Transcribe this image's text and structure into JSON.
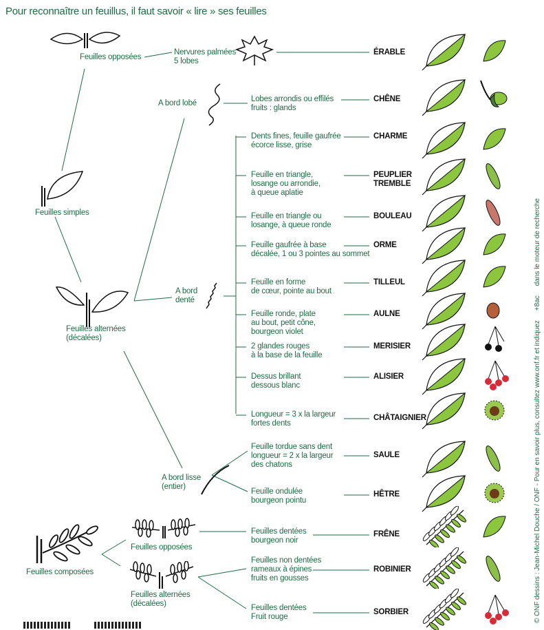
{
  "title": "Pour reconnaître un feuillus, il faut savoir « lire » ses feuilles",
  "categories": {
    "opposees_top": "Feuilles opposées",
    "simples": "Feuilles simples",
    "alternees": [
      "Feuilles alternées",
      "(décalées)"
    ],
    "bord_lobe": "A bord lobé",
    "bord_dente": [
      "A bord",
      "denté"
    ],
    "bord_lisse": [
      "A bord lisse",
      "(entier)"
    ],
    "composees": "Feuilles composées",
    "comp_opposees": "Feuilles opposées",
    "comp_alternees": [
      "Feuilles alternées",
      "(décalées)"
    ]
  },
  "species": [
    {
      "name": [
        "ÉRABLE"
      ],
      "desc": [
        "Nervures palmées",
        "5 lobes"
      ],
      "leaf": "maple-leaf",
      "fruit": "samara"
    },
    {
      "name": [
        "CHÊNE"
      ],
      "desc": [
        "Lobes arrondis ou effilés",
        "fruits : glands"
      ],
      "leaf": "oak-leaf",
      "fruit": "acorn"
    },
    {
      "name": [
        "CHARME"
      ],
      "desc": [
        "Dents fines, feuille gaufrée",
        "écorce lisse, grise"
      ],
      "leaf": "hornbeam-leaf",
      "fruit": "hornbeam-fruit"
    },
    {
      "name": [
        "PEUPLIER",
        "TREMBLE"
      ],
      "desc": [
        "Feuille en triangle,",
        "losange ou arrondie,",
        "à queue aplatie"
      ],
      "leaf": "poplar-leaf",
      "fruit": "catkin"
    },
    {
      "name": [
        "BOULEAU"
      ],
      "desc": [
        "Feuille en triangle ou",
        "losange, à queue ronde"
      ],
      "leaf": "birch-leaf",
      "fruit": "catkin"
    },
    {
      "name": [
        "ORME"
      ],
      "desc": [
        "Feuille gaufrée à base",
        "décalée, 1 ou 3 pointes au sommet"
      ],
      "leaf": "elm-leaf",
      "fruit": "elm-samara"
    },
    {
      "name": [
        "TILLEUL"
      ],
      "desc": [
        "Feuille en forme",
        "de cœur, pointe au bout"
      ],
      "leaf": "linden-leaf",
      "fruit": "linden-bract"
    },
    {
      "name": [
        "AULNE"
      ],
      "desc": [
        "Feuille ronde, plate",
        "au bout, petit cône,",
        "bourgeon violet"
      ],
      "leaf": "alder-leaf",
      "fruit": "cone"
    },
    {
      "name": [
        "MERISIER"
      ],
      "desc": [
        "2 glandes rouges",
        "à la base de la feuille"
      ],
      "leaf": "cherry-leaf",
      "fruit": "cherries"
    },
    {
      "name": [
        "ALISIER"
      ],
      "desc": [
        "Dessus brillant",
        "dessous blanc"
      ],
      "leaf": "whitebeam-leaf",
      "fruit": "red-berries"
    },
    {
      "name": [
        "CHÂTAIGNIER"
      ],
      "desc": [
        "Longueur = 3 x la largeur",
        "fortes dents"
      ],
      "leaf": "chestnut-leaf",
      "fruit": "chestnut"
    },
    {
      "name": [
        "SAULE"
      ],
      "desc": [
        "Feuille tordue sans dent",
        "longueur = 2 x la largeur",
        "des chatons"
      ],
      "leaf": "willow-leaf",
      "fruit": "catkin"
    },
    {
      "name": [
        "HÊTRE"
      ],
      "desc": [
        "Feuille ondulée",
        "bourgeon pointu"
      ],
      "leaf": "beech-leaf",
      "fruit": "beechnut"
    },
    {
      "name": [
        "FRÊNE"
      ],
      "desc": [
        "Feuilles dentées",
        "bourgeon noir"
      ],
      "leaf": "ash-compound-leaf",
      "fruit": "ash-samara"
    },
    {
      "name": [
        "ROBINIER"
      ],
      "desc": [
        "Feuilles non dentées",
        "rameaux à épines",
        "fruits en gousses"
      ],
      "leaf": "robinia-compound-leaf",
      "fruit": "pod"
    },
    {
      "name": [
        "SORBIER"
      ],
      "desc": [
        "Feuilles dentées",
        "Fruit rouge"
      ],
      "leaf": "rowan-compound-leaf",
      "fruit": "red-berries"
    }
  ],
  "credit": [
    "© ONF dessins : Jean-Michel Douche / ONF - Pour en savoir plus, consultez www.onf.fr et indiquez",
    "+8ac",
    "dans le moteur de recherche"
  ],
  "colors": {
    "text": "#1f6b45",
    "leaf": "#8cc63f",
    "species": "#111111",
    "berry": "#d62c3a"
  }
}
